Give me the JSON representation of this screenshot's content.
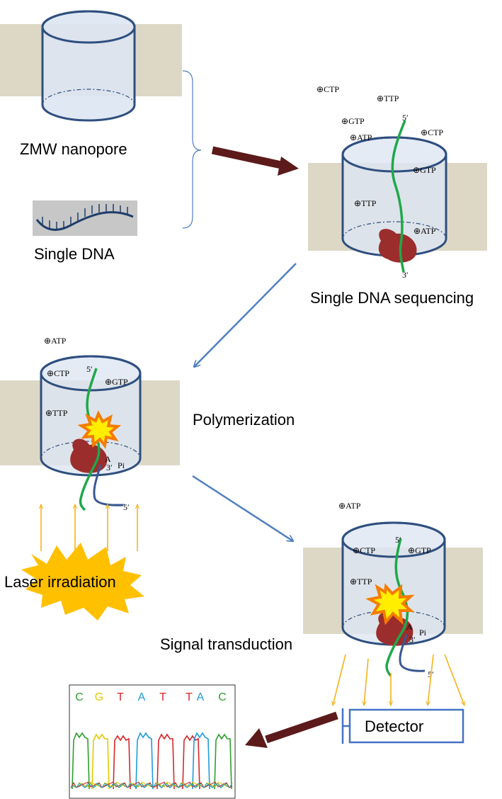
{
  "colors": {
    "membrane": "#ddd8c6",
    "pore_fill": "#dde6f2",
    "pore_stroke": "#2f4f7f",
    "dna_green": "#1ea84a",
    "dna_blue": "#3a5890",
    "polymerase": "#9c2d2d",
    "big_arrow": "#5c1a1a",
    "flow_arrow": "#4f7fc0",
    "light_ray": "#f7b21a",
    "flash_fill": "#ffee00",
    "flash_stroke": "#f57c00",
    "laser": "#ffc000",
    "detector_stroke": "#4472c4"
  },
  "labels": {
    "zmw_nanopore": "ZMW nanopore",
    "single_dna": "Single DNA",
    "single_dna_sequencing": "Single DNA sequencing",
    "polymerization": "Polymerization",
    "laser_irradiation": "Laser irradiation",
    "signal_transduction": "Signal transduction",
    "detector": "Detector"
  },
  "strand_ends": {
    "five_prime": "5′",
    "three_prime": "3′"
  },
  "nucleotides": {
    "atp": "ATP",
    "ctp": "CTP",
    "gtp": "GTP",
    "ttp": "TTP",
    "symbol": "⊕"
  },
  "reaction": {
    "base": "A",
    "pi": "Pi"
  },
  "chromatogram": {
    "bases": [
      "C",
      "G",
      "T",
      "A",
      "T",
      "T",
      "A",
      "C"
    ],
    "base_colors": {
      "C": "#2ca02c",
      "G": "#e6c800",
      "T": "#d62728",
      "A": "#1f9bd7"
    }
  }
}
